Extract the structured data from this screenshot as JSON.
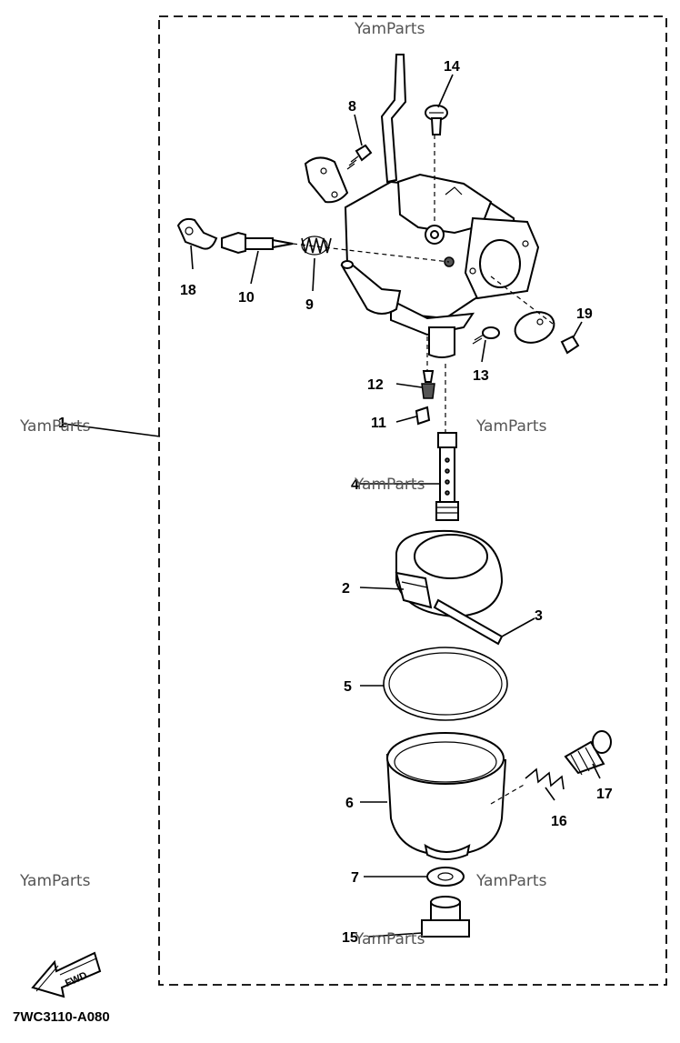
{
  "diagram": {
    "code": "7WC3110-A080",
    "fwd_label": "FWD",
    "watermark": "YamParts",
    "callouts": {
      "p1": "1",
      "p2": "2",
      "p3": "3",
      "p4": "4",
      "p5": "5",
      "p6": "6",
      "p7": "7",
      "p8": "8",
      "p9": "9",
      "p10": "10",
      "p11": "11",
      "p12": "12",
      "p13": "13",
      "p14": "14",
      "p15": "15",
      "p16": "16",
      "p17": "17",
      "p18": "18",
      "p19": "19"
    }
  }
}
